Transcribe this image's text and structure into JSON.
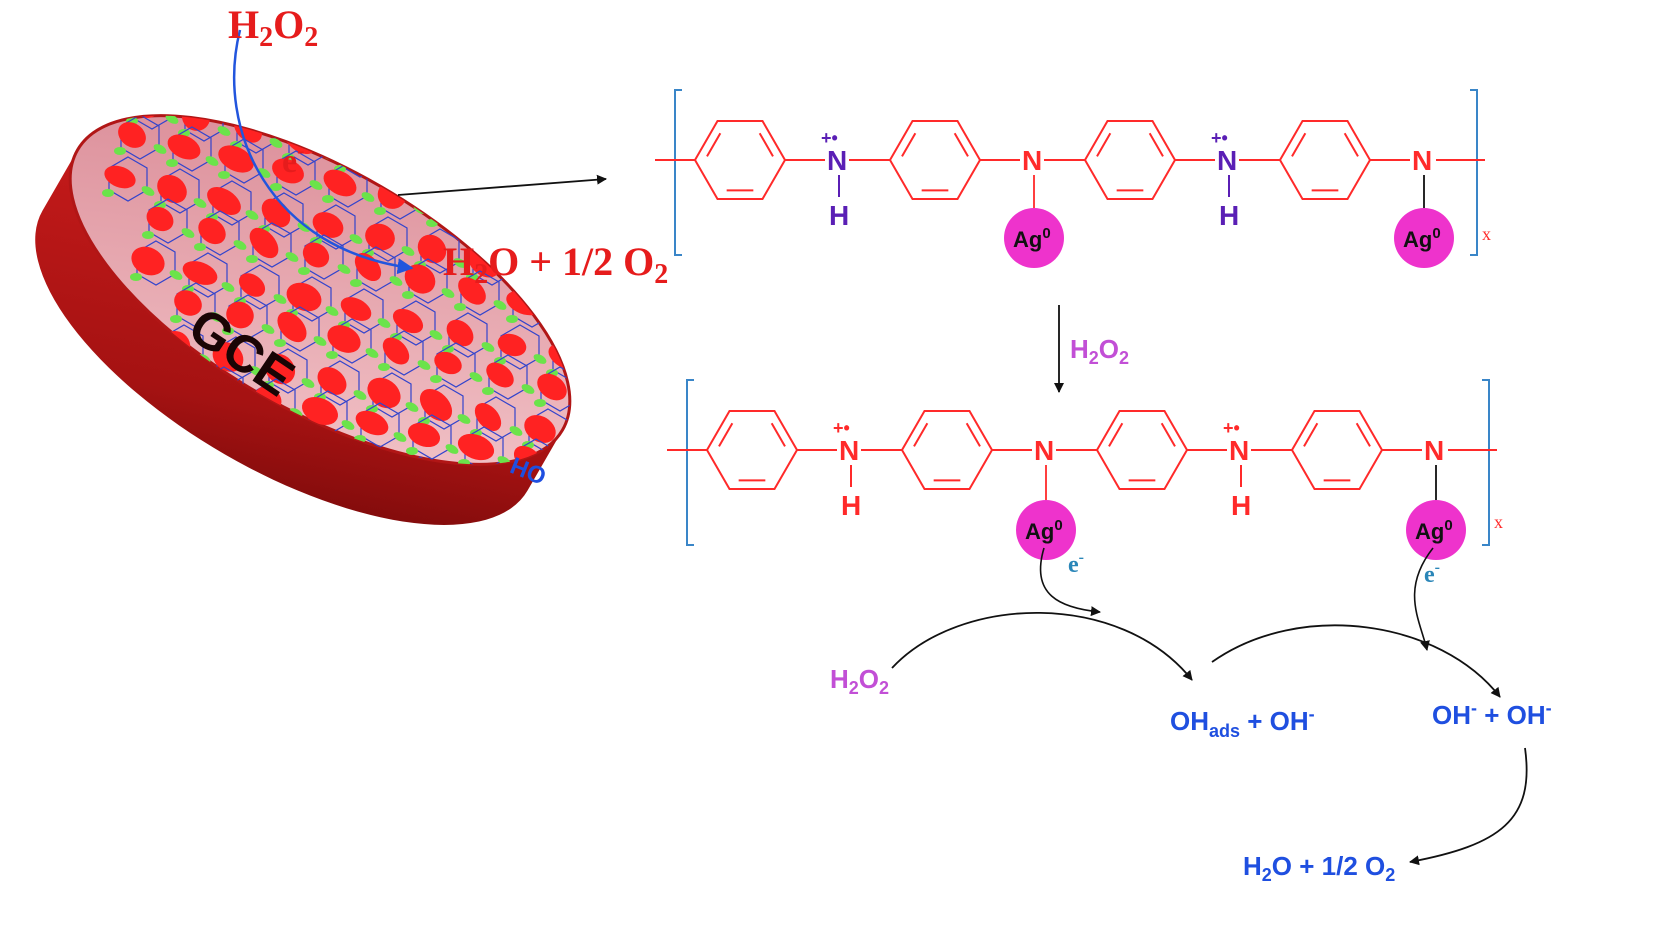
{
  "colors": {
    "ring": "#ff2a2a",
    "amine_n": "#5a1fb5",
    "silver": "#ee33cc",
    "bracket": "#3a86c8",
    "h2o2_purple": "#c24fd6",
    "product_blue": "#1f4fe0",
    "electron_blue": "#2a86b8",
    "electrode_top": "#e9a0a8",
    "electrode_side": "#a51414",
    "graphene_red": "#ff2222",
    "graphene_green": "#6be34a",
    "graphene_line": "#3344cc",
    "heading_red": "#e61c1c"
  },
  "electrode": {
    "label": "GCE",
    "h2o2": "H2O2",
    "electron": "e-",
    "product": "H2O + 1/2 O2",
    "oh_label": "OH"
  },
  "polymer": {
    "nitrogen": "N",
    "hydrogen": "H",
    "radical_cation": "+•",
    "silver": "Ag0",
    "repeat_subscript": "x"
  },
  "reaction": {
    "arrow_reagent": "H2O2",
    "electron": "e-",
    "h2o2_reactant": "H2O2",
    "intermediate": "OHads + OH-",
    "hydroxides": "OH- + OH-",
    "final_product": "H2O + 1/2 O2"
  }
}
